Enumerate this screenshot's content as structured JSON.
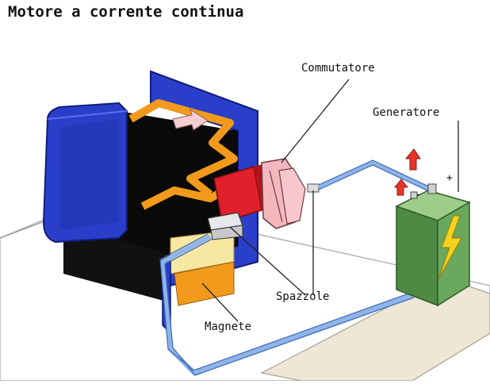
{
  "title": "Motore a corrente continua",
  "labels": {
    "commutatore": "Commutatore",
    "generatore": "Generatore",
    "spazzole": "Spazzole",
    "magnete": "Magnete"
  },
  "battery": {
    "positive_sign": "+",
    "negative_sign": "-",
    "symbol": "lightning-bolt"
  },
  "colors": {
    "magnet_blue": "#2a3fc9",
    "rotor_black": "#0a0a0a",
    "coil_orange": "#f19a1c",
    "armature_red": "#e0202a",
    "commutator_pink": "#f3b7bd",
    "wire_light_blue": "#8fb5e8",
    "battery_green": "#5e9b52",
    "bolt_yellow": "#f5d21c",
    "arrow_red": "#e8352a"
  }
}
